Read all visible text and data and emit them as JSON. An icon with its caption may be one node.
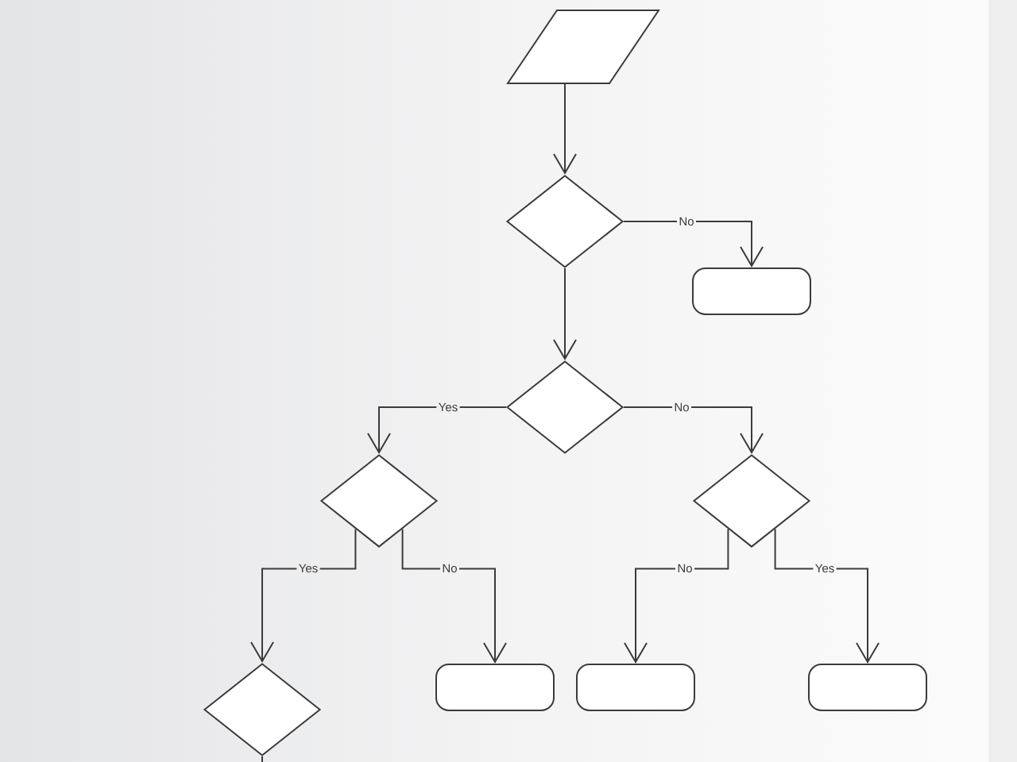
{
  "diagram": {
    "nodes": [
      {
        "text": [],
        "shape": "parallelogram"
      },
      {
        "text": [],
        "shape": "diamond"
      },
      {
        "text": [],
        "shape": "box"
      },
      {
        "text": [],
        "shape": "diamond"
      },
      {
        "text": [],
        "shape": "diamond"
      },
      {
        "text": [],
        "shape": "diamond"
      },
      {
        "text": [],
        "shape": "diamond"
      },
      {
        "text": [],
        "shape": "box"
      },
      {
        "text": [],
        "shape": "box"
      },
      {
        "text": [],
        "shape": "box"
      }
    ],
    "edges": [
      {
        "from": 0,
        "to": 1,
        "arrow": "to"
      },
      {
        "from": 1,
        "to": 2,
        "arrow": "to",
        "label": "No"
      },
      {
        "from": 1,
        "to": 3,
        "arrow": "to"
      },
      {
        "from": 3,
        "to": 4,
        "arrow": "to",
        "label": "Yes"
      },
      {
        "from": 3,
        "to": 5,
        "arrow": "to",
        "label": "No"
      },
      {
        "from": 4,
        "to": 6,
        "arrow": "to",
        "label": "Yes"
      },
      {
        "from": 4,
        "to": 7,
        "arrow": "to",
        "label": "No"
      },
      {
        "from": 5,
        "to": 8,
        "arrow": "to",
        "label": "No"
      },
      {
        "from": 5,
        "to": 9,
        "arrow": "to",
        "label": "Yes"
      },
      {
        "from": 6,
        "to": null,
        "arrow": "none"
      }
    ]
  }
}
